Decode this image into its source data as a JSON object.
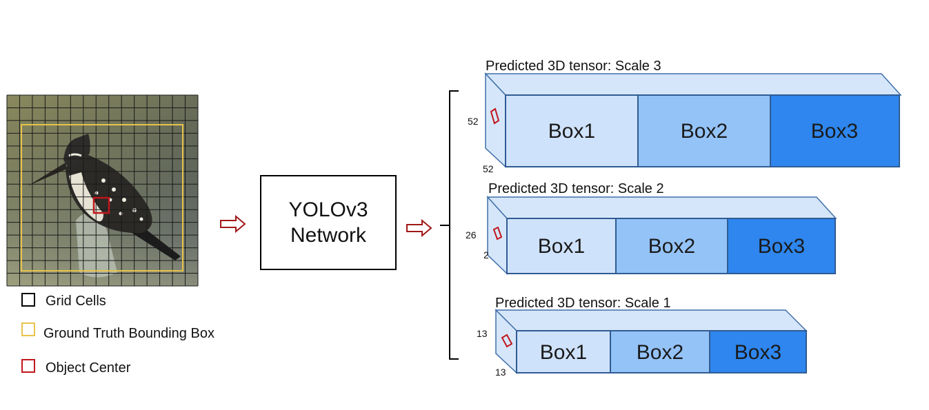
{
  "legend": {
    "grid_cells": "Grid Cells",
    "ground_truth": "Ground Truth Bounding Box",
    "object_center": "Object Center"
  },
  "network": {
    "line1": "YOLOv3",
    "line2": "Network"
  },
  "tensors": [
    {
      "title": "Predicted 3D tensor: Scale 3",
      "dim_h": "52",
      "dim_w": "52",
      "boxes": [
        "Box1",
        "Box2",
        "Box3"
      ]
    },
    {
      "title": "Predicted 3D tensor: Scale 2",
      "dim_h": "26",
      "dim_w": "2",
      "boxes": [
        "Box1",
        "Box2",
        "Box3"
      ]
    },
    {
      "title": "Predicted 3D tensor: Scale 1",
      "dim_h": "13",
      "dim_w": "13",
      "boxes": [
        "Box1",
        "Box2",
        "Box3"
      ]
    }
  ],
  "colors": {
    "grid_line": "#1a1a1a",
    "ground_truth": "#e8c34a",
    "object_center": "#c0161c",
    "arrow": "#a01818",
    "box1": "#cfe2fb",
    "box2": "#94c3f8",
    "box3": "#2e86ee",
    "tensor_edge": "#3f6fa8",
    "tensor_face": "#d6e6fa"
  },
  "icons": {
    "arrow": "hollow-right-arrow-icon",
    "photo": "bird-photo"
  }
}
